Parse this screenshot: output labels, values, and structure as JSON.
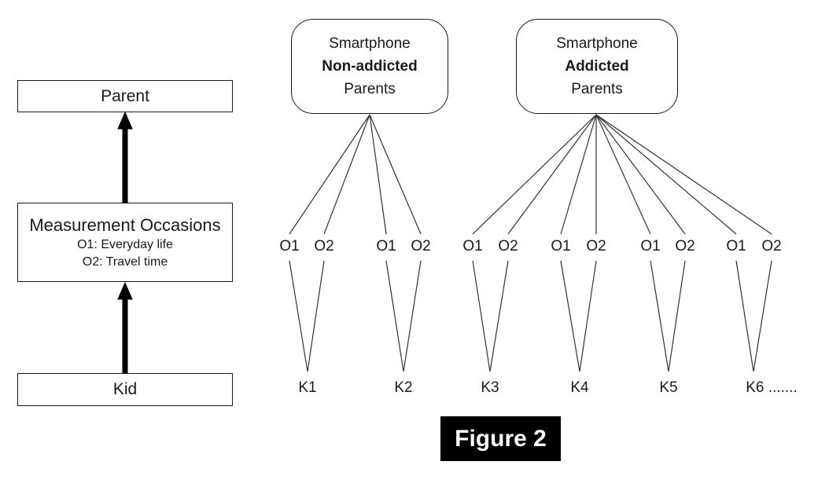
{
  "figure": {
    "caption": "Figure 2",
    "left_panel": {
      "parent_label": "Parent",
      "measurement_title": "Measurement Occasions",
      "measurement_o1": "O1: Everyday life",
      "measurement_o2": "O2: Travel time",
      "kid_label": "Kid"
    },
    "groups": [
      {
        "line1": "Smartphone",
        "line2_bold": "Non-addicted",
        "line3": "Parents"
      },
      {
        "line1": "Smartphone",
        "line2_bold": "Addicted",
        "line3": "Parents"
      }
    ],
    "occasion_labels": [
      "O1",
      "O2",
      "O1",
      "O2",
      "O1",
      "O2",
      "O1",
      "O2",
      "O1",
      "O2",
      "O1",
      "O2"
    ],
    "kid_labels": [
      "K1",
      "K2",
      "K3",
      "K4",
      "K5",
      "K6 ......."
    ],
    "colors": {
      "line": "#333333",
      "border": "#1a1a1a",
      "arrow": "#000000",
      "caption_bg": "#000000",
      "caption_fg": "#ffffff"
    }
  }
}
